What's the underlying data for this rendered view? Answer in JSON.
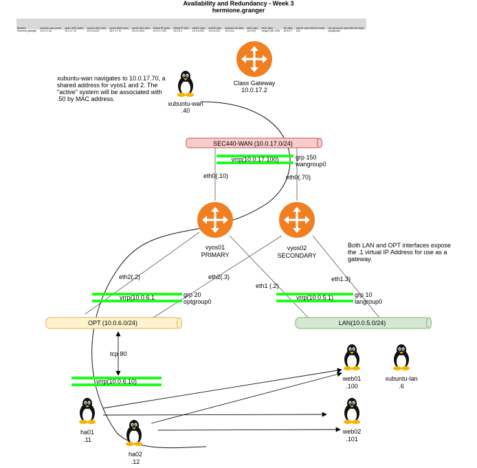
{
  "title": "Availability and Redundancy - Week 3",
  "subtitle": "hermione.granger",
  "table": {
    "headers": [
      "Student",
      "xubuntu-wan (wan)",
      "vyos1-eth0 (wan)",
      "vyos01-eth1 (lan)",
      "vyos2-eth0 (wan)",
      "vyos2-eth1 (lan)",
      "Virtual IP (wan)",
      "Virtual IP (lan)",
      "web01 (lan)",
      "web02 (lan)",
      "xubuntu-lan (lan)",
      "ad01 (lan)",
      "wks1 (lan)",
      "%1 (lan)",
      "vrid for vyos-eth0 (if used)",
      "vrrp group for vyos-eth0 (if used)"
    ],
    "row": [
      "hermione.granger",
      "10.0.17.40",
      "10.0.17.10",
      "10.0.5.2/24",
      "10.0.17.70",
      "10.0.5.3/24",
      "10.0.17.100",
      "10.0.5.1",
      "10.0.5.100",
      "10.0.5.101",
      "10.0.5.6",
      "10.0.5.5",
      "range(.150-.200)",
      "10.0.5.7",
      "150",
      "wangroup0"
    ]
  },
  "note": "xubuntu-wan navigates to 10.0.17.70, a shared address for vyos1 and 2. The \"active\" system will be associated with .50 by MAC address.",
  "note2": "Both LAN and OPT interfaces expose the .1 virtual IP Address for use as  a gateway.",
  "nodes": {
    "gateway": {
      "name": "Class Gateway",
      "ip": "10.0.17.2"
    },
    "xubuntu_wan": {
      "name": "xubuntu-wan",
      "ip": ".40"
    },
    "vyos01": {
      "name": "vyos01",
      "role": "PRIMARY"
    },
    "vyos02": {
      "name": "vyos02",
      "role": "SECONDARY"
    },
    "web01": {
      "name": "web01",
      "ip": ".100"
    },
    "web02": {
      "name": "web02",
      "ip": ".101"
    },
    "xubuntu_lan": {
      "name": "xubuntu-lan",
      "ip": ".6"
    },
    "ha01": {
      "name": "ha01",
      "ip": ".11"
    },
    "ha02": {
      "name": "ha02",
      "ip": ".12"
    }
  },
  "networks": {
    "wan": "SEC440-WAN (10.0.17.0/24)",
    "opt": "OPT (10.0.6.0/24)",
    "lan": "LAN(10.0.5.0/24)"
  },
  "vrrp": {
    "wan": "vrrp(10.0.17.100)",
    "opt": "vrrp(10.0.6.1",
    "lan": "vrrp(10.0.5.1)",
    "ha": "vrrp(10.0.6.10)"
  },
  "groups": {
    "wan_grp": "grp 150",
    "wan_name": "wangroup0",
    "opt_grp": "grp 20",
    "opt_name": "optgroup0",
    "lan_grp": "grp 10",
    "lan_name": "langroup0"
  },
  "interfaces": {
    "v1_eth0": "eth0(.10)",
    "v2_eth0": "eth0(.70)",
    "v1_eth2": "eth2(.2)",
    "v2_eth2": "eth2(.3)",
    "v1_eth1": "eth1 (.2)",
    "v2_eth1": "eth1.3)"
  },
  "tcp": "tcp 80",
  "colors": {
    "router": "#f07f22",
    "wan_fill": "#f8cccc",
    "wan_stroke": "#c0504d",
    "opt_fill": "#fff2cc",
    "opt_stroke": "#d6b656",
    "lan_fill": "#d5e8d4",
    "lan_stroke": "#82b366",
    "vrrp": "#1aff1a"
  }
}
